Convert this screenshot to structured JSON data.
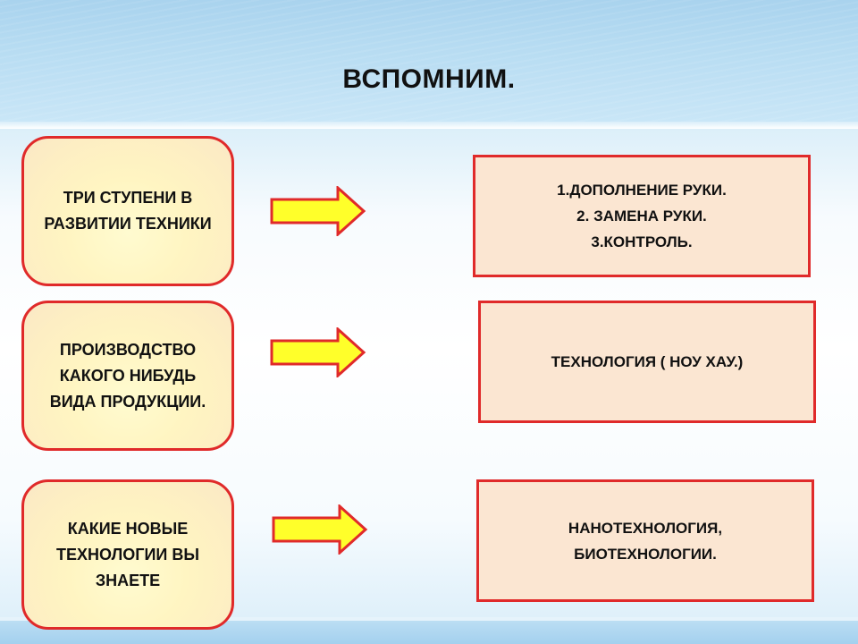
{
  "slide": {
    "title": "ВСПОМНИМ."
  },
  "rows": [
    {
      "question": "ТРИ СТУПЕНИ В РАЗВИТИИ ТЕХНИКИ",
      "answer": "1.ДОПОЛНЕНИЕ  РУКИ.\n2. ЗАМЕНА РУКИ.\n3.КОНТРОЛЬ."
    },
    {
      "question": "ПРОИЗВОДСТВО КАКОГО НИБУДЬ ВИДА ПРОДУКЦИИ.",
      "answer": "ТЕХНОЛОГИЯ ( НОУ ХАУ.)"
    },
    {
      "question": "КАКИЕ НОВЫЕ ТЕХНОЛОГИИ  ВЫ ЗНАЕТЕ",
      "answer": "НАНОТЕХНОЛОГИЯ,\nБИОТЕХНОЛОГИИ."
    }
  ],
  "colors": {
    "border": "#e02a2a",
    "arrow_fill": "#ffff2a",
    "left_box_fill": "#fff5c2",
    "right_box_fill": "#fbe6d2",
    "header": "#b7dcf2"
  },
  "icons": {
    "arrow": "right-arrow-icon"
  }
}
